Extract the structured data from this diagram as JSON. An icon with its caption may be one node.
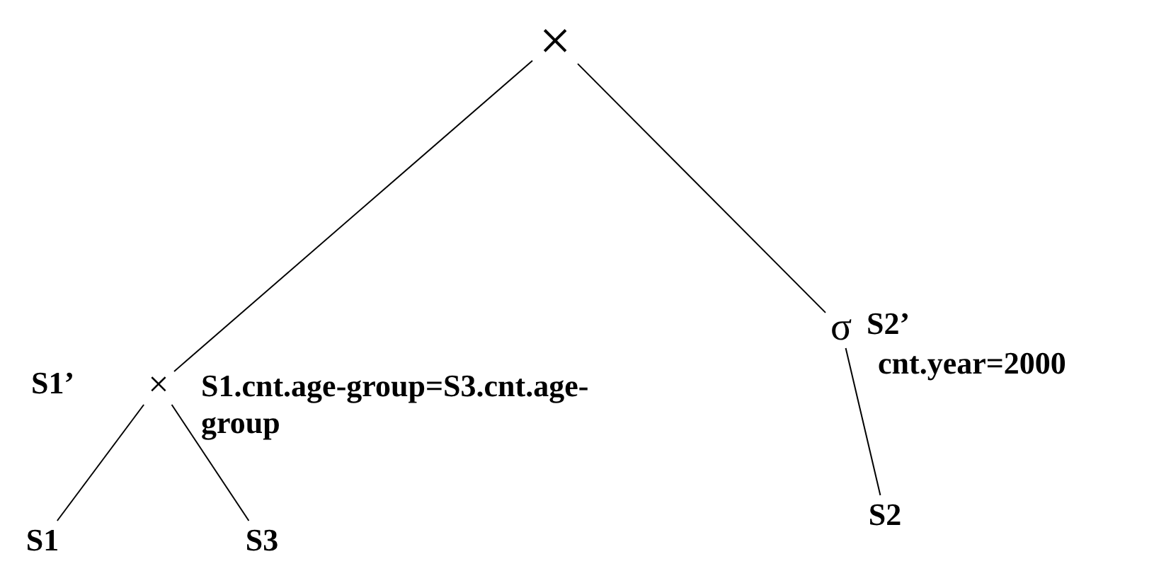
{
  "diagram": {
    "nodes": [
      {
        "text": [
          "×"
        ]
      },
      {
        "text": [
          "×"
        ],
        "beside": [
          "S1’",
          "S1.cnt.age-group=S3.cnt.age-group"
        ]
      },
      {
        "text": [
          "σ"
        ],
        "beside": [
          "S2’",
          "cnt.year=2000"
        ]
      },
      {
        "text": [
          "S1"
        ]
      },
      {
        "text": [
          "S3"
        ]
      },
      {
        "text": [
          "S2"
        ]
      }
    ],
    "edges": [
      {
        "from": 0,
        "to": 1,
        "arrow": "none"
      },
      {
        "from": 0,
        "to": 2,
        "arrow": "none"
      },
      {
        "from": 1,
        "to": 3,
        "arrow": "none"
      },
      {
        "from": 1,
        "to": 4,
        "arrow": "none"
      },
      {
        "from": 2,
        "to": 5,
        "arrow": "none"
      }
    ]
  }
}
